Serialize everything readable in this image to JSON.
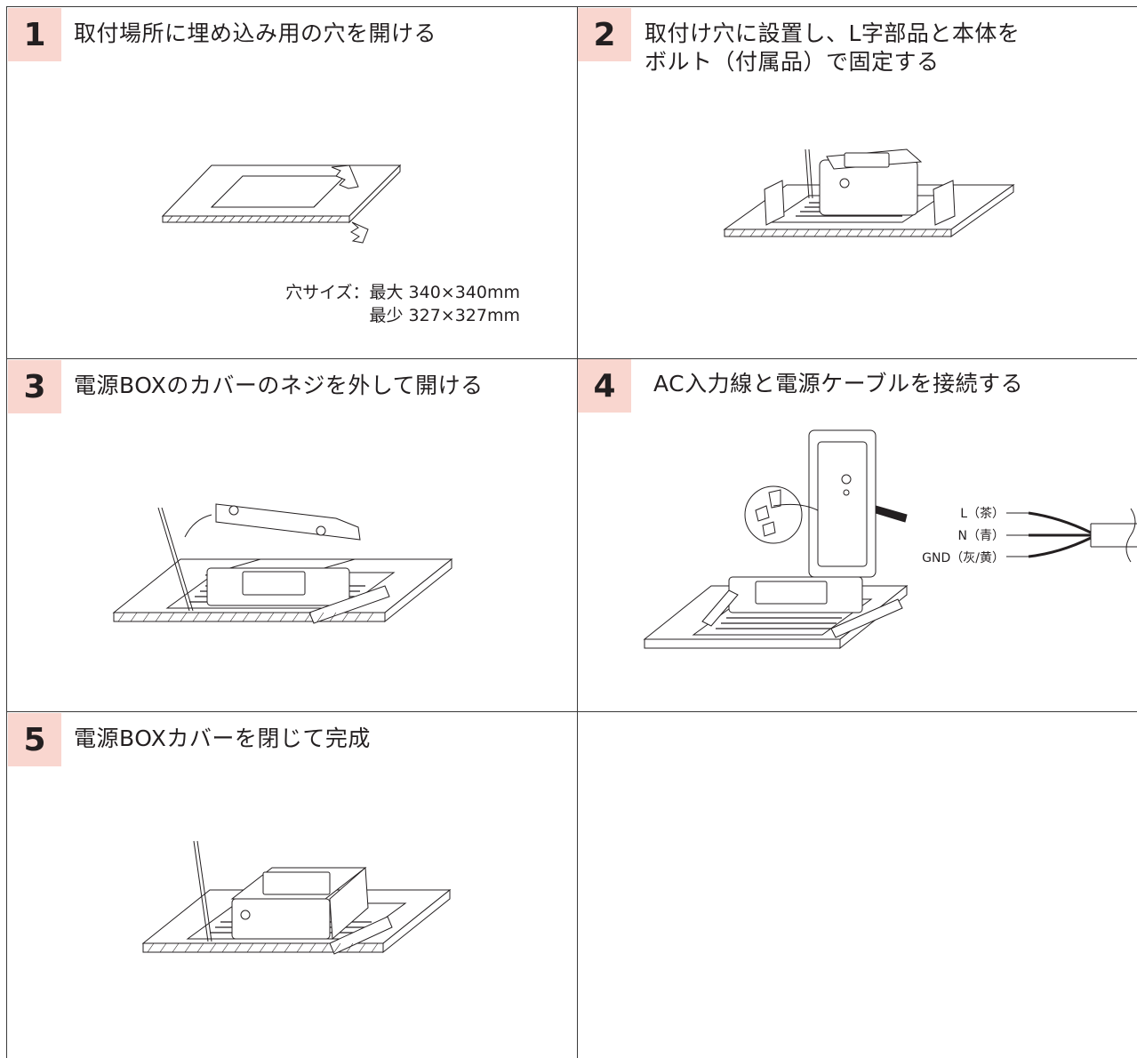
{
  "steps": [
    {
      "number": "1",
      "title": "取付場所に埋め込み用の穴を開ける"
    },
    {
      "number": "2",
      "title_line1": "取付け穴に設置し、L字部品と本体を",
      "title_line2": "ボルト（付属品）で固定する"
    },
    {
      "number": "3",
      "title": "電源BOXのカバーのネジを外して開ける"
    },
    {
      "number": "4",
      "title": "AC入力線と電源ケーブルを接続する"
    },
    {
      "number": "5",
      "title": "電源BOXカバーを閉じて完成"
    }
  ],
  "hole_size": {
    "line1": "穴サイズ：最大 340×340mm",
    "line2": "最少 327×327mm"
  },
  "wires": {
    "l": "L（茶）",
    "n": "N（青）",
    "gnd": "GND（灰/黄）"
  },
  "colors": {
    "number_bg": "#f9d6cf",
    "line": "#231f20"
  }
}
